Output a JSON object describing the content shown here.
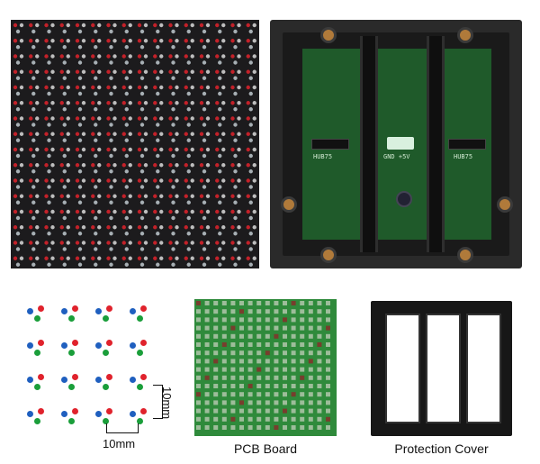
{
  "figures": {
    "front": {
      "name": "LED module front"
    },
    "back": {
      "name": "LED module back",
      "silk_left": "HUB75",
      "silk_center": "GND +5V",
      "silk_right": "HUB75"
    },
    "pitch": {
      "vertical_label": "10mm",
      "horizontal_label": "10mm"
    },
    "pcb": {
      "caption": "PCB Board"
    },
    "cover": {
      "caption": "Protection Cover"
    }
  },
  "colors": {
    "red": "#e0222c",
    "green": "#1a9e3a",
    "blue": "#1f5fbf",
    "pcb": "#2f8a3b",
    "case": "#1a1a1a"
  }
}
